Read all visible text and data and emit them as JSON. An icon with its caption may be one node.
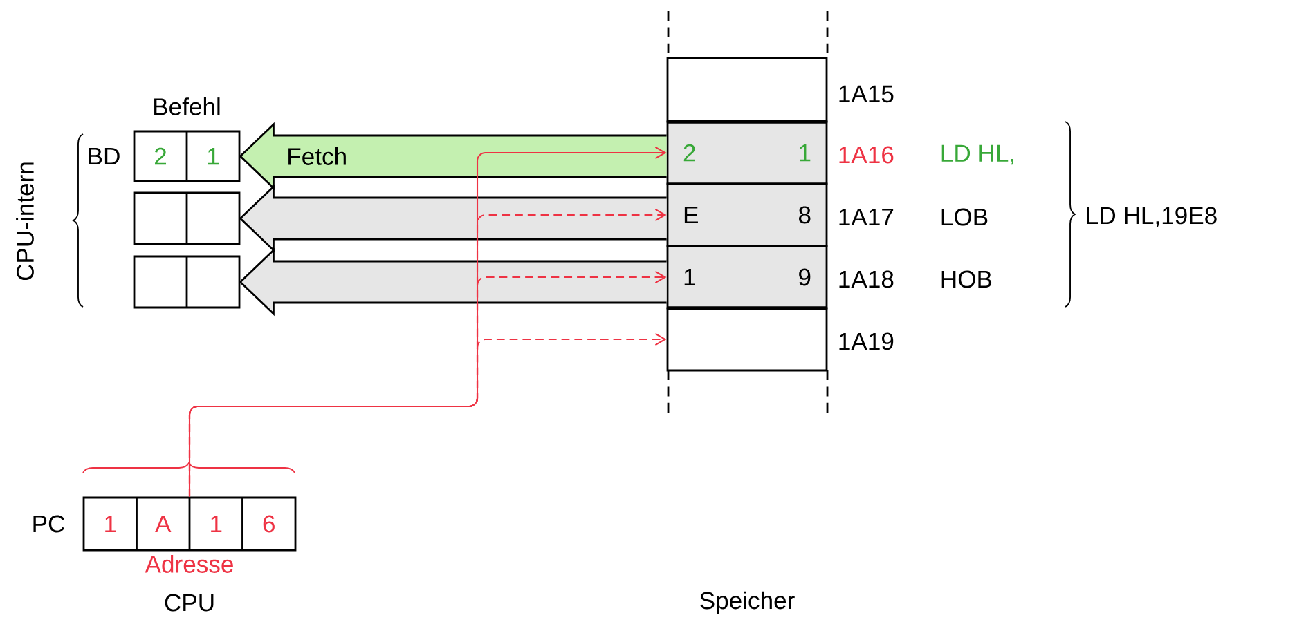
{
  "diagram": {
    "nodes": [
      {
        "text": [
          "2",
          "1"
        ],
        "beside": [
          "BD",
          "Befehl"
        ]
      },
      {
        "text": [],
        "shape": "box"
      },
      {
        "text": [],
        "shape": "box"
      },
      {
        "text": [],
        "shape": "box",
        "beside": [
          "1A15"
        ]
      },
      {
        "text": [
          "2",
          "1"
        ],
        "beside": [
          "1A16",
          "LD HL,"
        ]
      },
      {
        "text": [
          "E",
          "8"
        ],
        "beside": [
          "1A17",
          "LOB"
        ]
      },
      {
        "text": [
          "1",
          "9"
        ],
        "beside": [
          "1A18",
          "HOB"
        ]
      },
      {
        "text": [],
        "shape": "box",
        "beside": [
          "1A19"
        ]
      },
      {
        "text": [
          "1",
          "A",
          "1",
          "6"
        ],
        "beside": [
          "PC",
          "Adresse"
        ]
      }
    ],
    "edges": [
      {
        "from": 4,
        "to": 0,
        "arrow": "to",
        "label": "Fetch",
        "style": "thick",
        "color": "#c4f0b0"
      },
      {
        "from": 5,
        "to": 1,
        "arrow": "to",
        "style": "thick",
        "color": "#e6e6e6"
      },
      {
        "from": 6,
        "to": 2,
        "arrow": "to",
        "style": "thick",
        "color": "#e6e6e6"
      },
      {
        "from": 8,
        "to": 7,
        "arrow": "to",
        "style": "dashed",
        "color": "#ee3344"
      },
      {
        "from": 8,
        "to": 6,
        "arrow": "to",
        "style": "dashed",
        "color": "#ee3344"
      },
      {
        "from": 8,
        "to": 5,
        "arrow": "to",
        "style": "dashed",
        "color": "#ee3344"
      },
      {
        "from": 8,
        "to": 4,
        "arrow": "to",
        "color": "#ee3344"
      }
    ],
    "labels": [
      "CPU-intern",
      "LD HL,19E8",
      "CPU",
      "Speicher"
    ]
  }
}
